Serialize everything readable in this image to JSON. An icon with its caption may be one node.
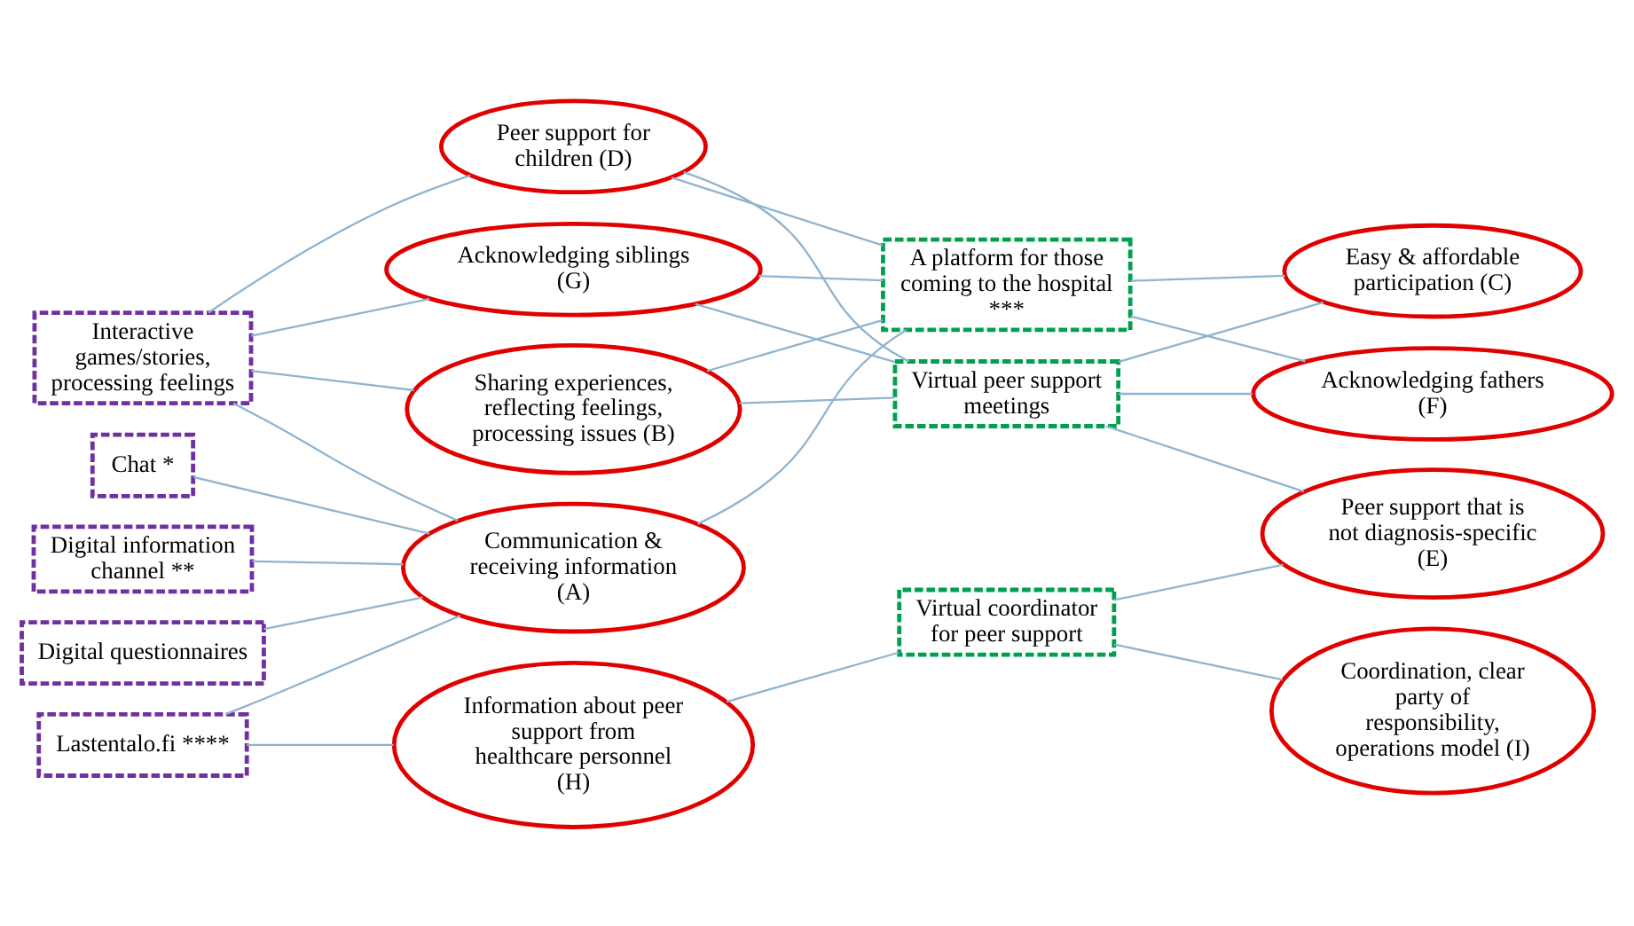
{
  "diagram": {
    "nodes": [
      {
        "text": [
          "Interactive games/stories, processing feelings"
        ]
      },
      {
        "text": [
          "Chat *"
        ]
      },
      {
        "text": [
          "Digital information channel **"
        ]
      },
      {
        "text": [
          "Digital questionnaires"
        ]
      },
      {
        "text": [
          "Lastentalo.fi ****"
        ]
      },
      {
        "text": [
          "Peer support for children (D)"
        ]
      },
      {
        "text": [
          "Acknowledging siblings (G)"
        ]
      },
      {
        "text": [
          "Sharing experiences, reflecting feelings, processing issues (B)"
        ]
      },
      {
        "text": [
          "Communication & receiving information (A)"
        ]
      },
      {
        "text": [
          "Information about peer support from healthcare personnel (H)"
        ]
      },
      {
        "text": [
          "A platform for those coming to the hospital ***"
        ]
      },
      {
        "text": [
          "Virtual peer support meetings"
        ]
      },
      {
        "text": [
          "Virtual coordinator for peer support"
        ]
      },
      {
        "text": [
          "Easy & affordable participation (C)"
        ]
      },
      {
        "text": [
          "Acknowledging fathers (F)"
        ]
      },
      {
        "text": [
          "Peer support that is not diagnosis-specific (E)"
        ]
      },
      {
        "text": [
          "Coordination, clear party of responsibility, operations model (I)"
        ]
      }
    ],
    "edges": [
      {
        "from": 0,
        "to": 5,
        "arrow": "none"
      },
      {
        "from": 0,
        "to": 6,
        "arrow": "none"
      },
      {
        "from": 5,
        "to": 10,
        "arrow": "none"
      },
      {
        "from": 6,
        "to": 10,
        "arrow": "none"
      },
      {
        "from": 5,
        "to": 11,
        "arrow": "none"
      },
      {
        "from": 6,
        "to": 11,
        "arrow": "none"
      },
      {
        "from": 0,
        "to": 7,
        "arrow": "none"
      },
      {
        "from": 0,
        "to": 8,
        "arrow": "none"
      },
      {
        "from": 1,
        "to": 8,
        "arrow": "none"
      },
      {
        "from": 2,
        "to": 8,
        "arrow": "none"
      },
      {
        "from": 3,
        "to": 8,
        "arrow": "none"
      },
      {
        "from": 4,
        "to": 8,
        "arrow": "none"
      },
      {
        "from": 4,
        "to": 9,
        "arrow": "none"
      },
      {
        "from": 7,
        "to": 10,
        "arrow": "none"
      },
      {
        "from": 7,
        "to": 11,
        "arrow": "none"
      },
      {
        "from": 8,
        "to": 10,
        "arrow": "none"
      },
      {
        "from": 9,
        "to": 12,
        "arrow": "none"
      },
      {
        "from": 10,
        "to": 13,
        "arrow": "none"
      },
      {
        "from": 10,
        "to": 14,
        "arrow": "none"
      },
      {
        "from": 11,
        "to": 13,
        "arrow": "none"
      },
      {
        "from": 11,
        "to": 14,
        "arrow": "none"
      },
      {
        "from": 11,
        "to": 15,
        "arrow": "none"
      },
      {
        "from": 12,
        "to": 15,
        "arrow": "none"
      },
      {
        "from": 12,
        "to": 16,
        "arrow": "none"
      }
    ]
  }
}
